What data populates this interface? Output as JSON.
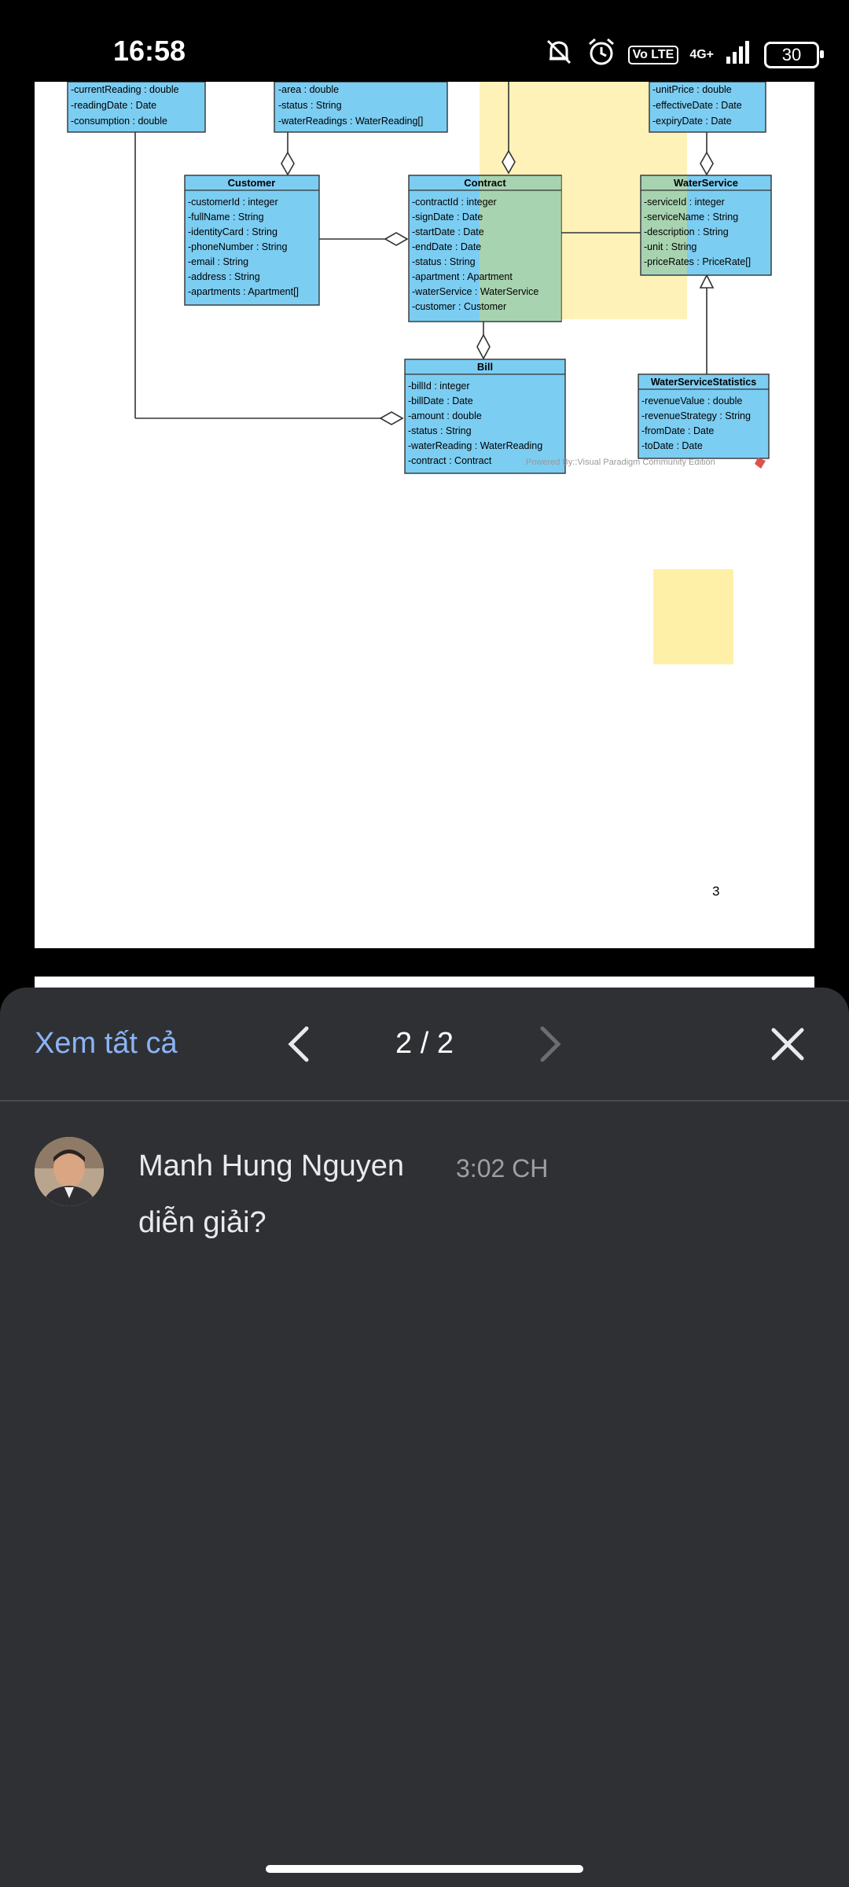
{
  "status_bar": {
    "time": "16:58",
    "network_label": "Vo LTE",
    "signal_label": "4G+",
    "battery": "30",
    "icons": [
      "mute-icon",
      "alarm-icon",
      "volte-icon",
      "signal-icon",
      "battery-icon"
    ]
  },
  "diagram": {
    "top_left_attrs": [
      "-currentReading : double",
      "-readingDate : Date",
      "-consumption : double"
    ],
    "apartment_attrs": [
      "-area : double",
      "-status : String",
      "-waterReadings : WaterReading[]"
    ],
    "pricerate_attrs": [
      "-unitPrice : double",
      "-effectiveDate : Date",
      "-expiryDate : Date"
    ],
    "customer": {
      "name": "Customer",
      "attrs": [
        "-customerId : integer",
        "-fullName : String",
        "-identityCard : String",
        "-phoneNumber : String",
        "-email : String",
        "-address : String",
        "-apartments : Apartment[]"
      ]
    },
    "contract": {
      "name": "Contract",
      "attrs": [
        "-contractId : integer",
        "-signDate : Date",
        "-startDate : Date",
        "-endDate : Date",
        "-status : String",
        "-apartment : Apartment",
        "-waterService : WaterService",
        "-customer : Customer"
      ]
    },
    "waterservice": {
      "name": "WaterService",
      "attrs": [
        "-serviceId : integer",
        "-serviceName : String",
        "-description : String",
        "-unit : String",
        "-priceRates : PriceRate[]"
      ]
    },
    "bill": {
      "name": "Bill",
      "attrs": [
        "-billId : integer",
        "-billDate : Date",
        "-amount : double",
        "-status : String",
        "-waterReading : WaterReading",
        "-contract : Contract"
      ]
    },
    "statistics": {
      "name": "WaterServiceStatistics",
      "attrs": [
        "-revenueValue : double",
        "-revenueStrategy : String",
        "-fromDate : Date",
        "-toDate : Date"
      ]
    },
    "watermark": "Powered By::Visual Paradigm Community Edition"
  },
  "page_number": "3",
  "viewer": {
    "see_all": "Xem tất cả",
    "page_indicator": "2 / 2",
    "prev_icon": "chevron-left-icon",
    "next_icon": "chevron-right-icon",
    "close_icon": "close-icon"
  },
  "comment": {
    "author": "Manh Hung Nguyen",
    "time": "3:02 CH",
    "text": "diễn giải?"
  },
  "colors": {
    "sheet_bg": "#2f3033",
    "link": "#8ab4f8",
    "class_fill": "#7ccdf2",
    "highlight": "#fff2b8"
  }
}
